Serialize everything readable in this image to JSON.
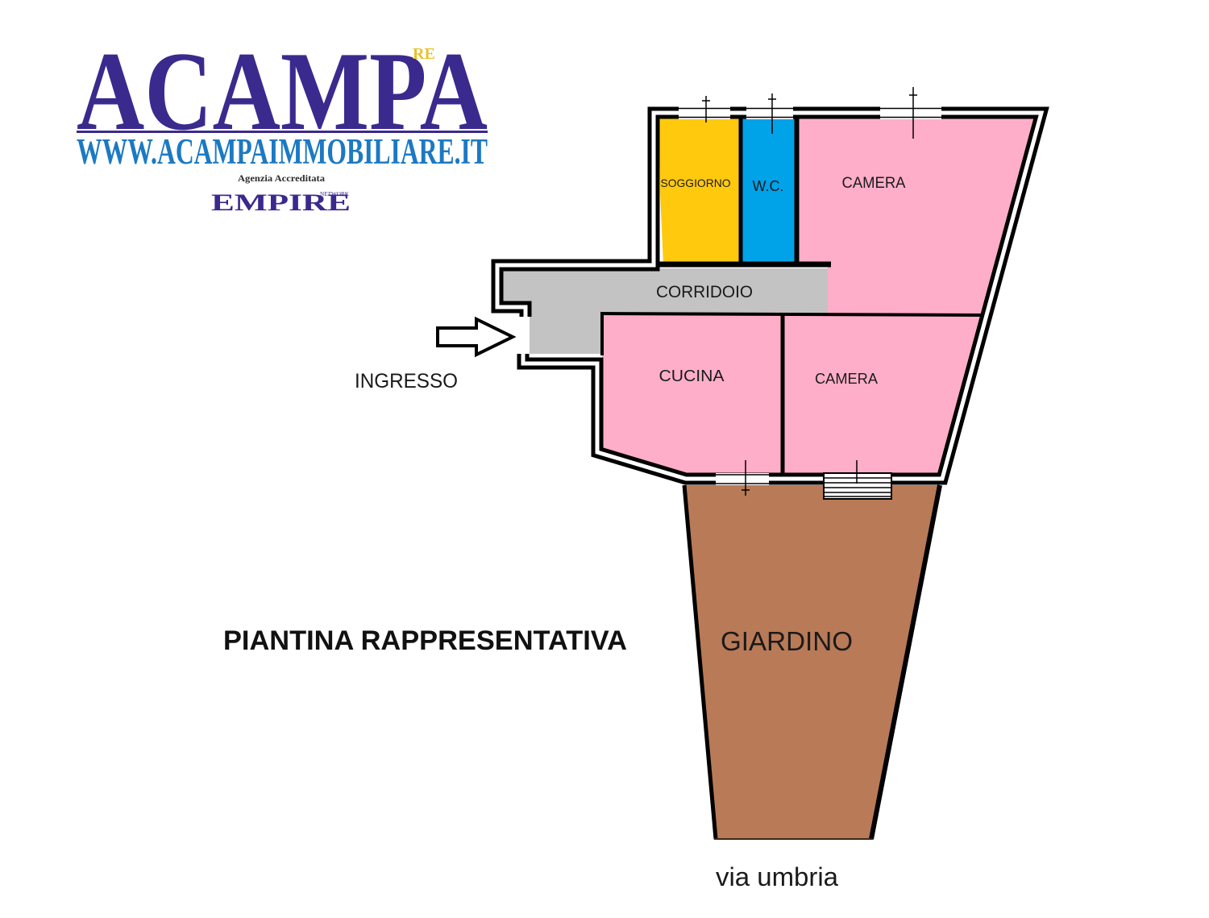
{
  "logo": {
    "name": "ACAMPA",
    "superscript": "RE",
    "website": "WWW.ACAMPAIMMOBILIARE.IT",
    "accreditation": "Agenzia Accreditata",
    "network_brand": "EMPIRE",
    "network_label": "NETWORK",
    "colors": {
      "primary": "#3A2A8E",
      "website": "#1C79C3",
      "accent": "#E8C22C"
    }
  },
  "floor_plan": {
    "rooms": [
      {
        "label": "SOGGIORNO",
        "color": "#FFC90E"
      },
      {
        "label": "W.C.",
        "color": "#00A2E8"
      },
      {
        "label": "CAMERA",
        "color": "#FFAEC9"
      },
      {
        "label": "CORRIDOIO",
        "color": "#C3C3C3"
      },
      {
        "label": "CUCINA",
        "color": "#FFAEC9"
      },
      {
        "label": "CAMERA",
        "color": "#FFAEC9"
      }
    ],
    "garden": {
      "label": "GIARDINO",
      "color": "#B97A57"
    },
    "entrance": {
      "label": "INGRESSO",
      "icon": "arrow-right-outline-icon"
    },
    "street": {
      "label": "via umbria"
    },
    "wall_color": "#000000"
  },
  "caption": "PIANTINA RAPPRESENTATIVA"
}
